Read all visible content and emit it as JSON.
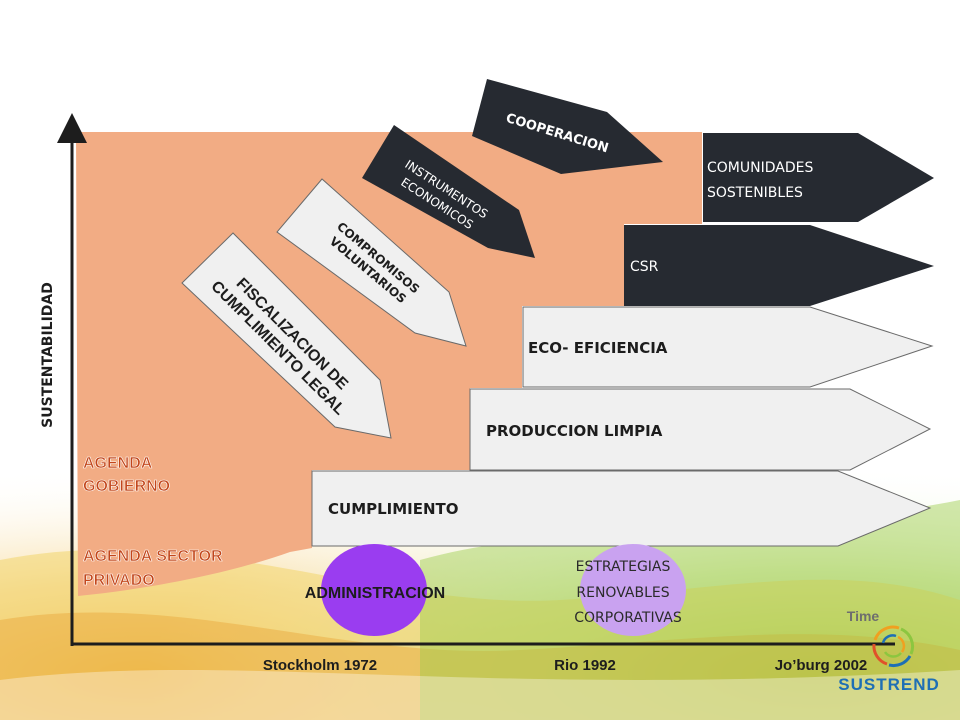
{
  "axis": {
    "y_label": "SUSTENTABILIDAD",
    "time_label": "Time",
    "milestones": [
      "Stockholm 1972",
      "Rio 1992",
      "Jo’burg 2002"
    ]
  },
  "agendas": {
    "gobierno": [
      "AGENDA",
      "GOBIERNO"
    ],
    "privado": [
      "AGENDA SECTOR",
      "PRIVADO"
    ]
  },
  "arrows": {
    "cumplimiento": "CUMPLIMIENTO",
    "produccion": "PRODUCCION LIMPIA",
    "eco": "ECO- EFICIENCIA",
    "csr": "CSR",
    "comunidades": [
      "COMUNIDADES",
      "SOSTENIBLES"
    ]
  },
  "diagonal": {
    "fiscalizacion": [
      "FISCALIZACION DE",
      "CUMPLIMIENTO LEGAL"
    ],
    "compromisos": [
      "COMPROMISOS",
      "VOLUNTARIOS"
    ],
    "instrumentos": [
      "INSTRUMENTOS",
      "ECONOMICOS"
    ],
    "cooperacion": "COOPERACION"
  },
  "circles": {
    "administracion": "ADMINISTRACION",
    "estrategias": [
      "ESTRATEGIAS",
      "RENOVABLES",
      "CORPORATIVAS"
    ]
  },
  "logo": {
    "text": "SUSTREND"
  },
  "colors": {
    "agenda_area": "#f2ac84",
    "dark_arrow": "#262a31",
    "light_arrow": "#f0f0f0",
    "purple_circle": "#9a3df0",
    "lavender_circle": "#c9a2f0",
    "agenda_text": "#c2461b",
    "logo_blue": "#1e6fb5"
  }
}
